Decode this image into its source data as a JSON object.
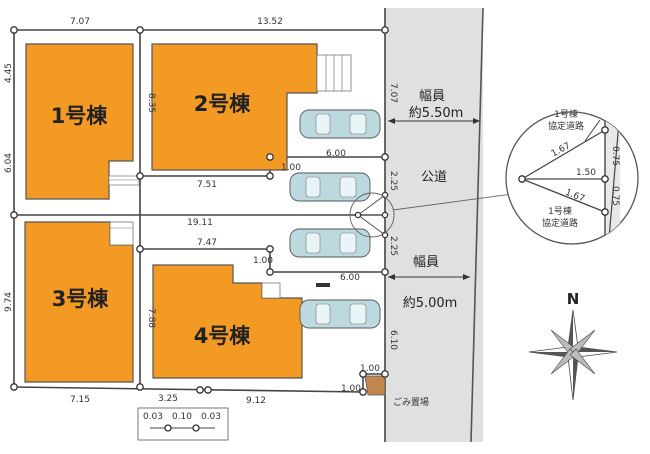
{
  "colors": {
    "lot": "#F39A25",
    "road": "#E0E0E0",
    "garbage": "#C0884F",
    "car": "#BCD9E0"
  },
  "buildings": {
    "b1": "1号棟",
    "b2": "2号棟",
    "b3": "3号棟",
    "b4": "4号棟"
  },
  "road": {
    "name": "公道",
    "width_label": "幅員",
    "width_north": "約5.50m",
    "width_south": "約5.00m"
  },
  "garbage_label": "ごみ置場",
  "compass_label": "N",
  "dimensions": {
    "top_lot1": "7.07",
    "top_lot2": "13.52",
    "left_upper": "4.45",
    "left_mid": "6.04",
    "left_lower": "9.74",
    "lot2_left": "8.35",
    "lot2_side": "7.07",
    "lot2_bottom": "7.51",
    "lot2_step": "1.00",
    "lot2_drive": "6.00",
    "passage_full": "19.11",
    "passage_upper": "2.25",
    "passage_lower": "2.25",
    "lot4_top": "7.47",
    "lot4_step": "1.00",
    "lot4_drive": "6.00",
    "lot4_left": "7.88",
    "lot4_side": "6.10",
    "lot4_corner_1": "1.00",
    "lot4_corner_2": "1.00",
    "bottom_lot3": "7.15",
    "bottom_a": "3.25",
    "bottom_b": "9.12",
    "gap_a": "0.03",
    "gap_b": "0.10",
    "gap_c": "0.03"
  },
  "detail": {
    "top_label_1": "1号棟",
    "top_label_2": "協定道路",
    "bottom_label_1": "1号棟",
    "bottom_label_2": "協定道路",
    "diag_upper": "1.67",
    "diag_lower": "1.67",
    "middle": "1.50",
    "right_upper": "0.75",
    "right_lower": "0.75"
  }
}
